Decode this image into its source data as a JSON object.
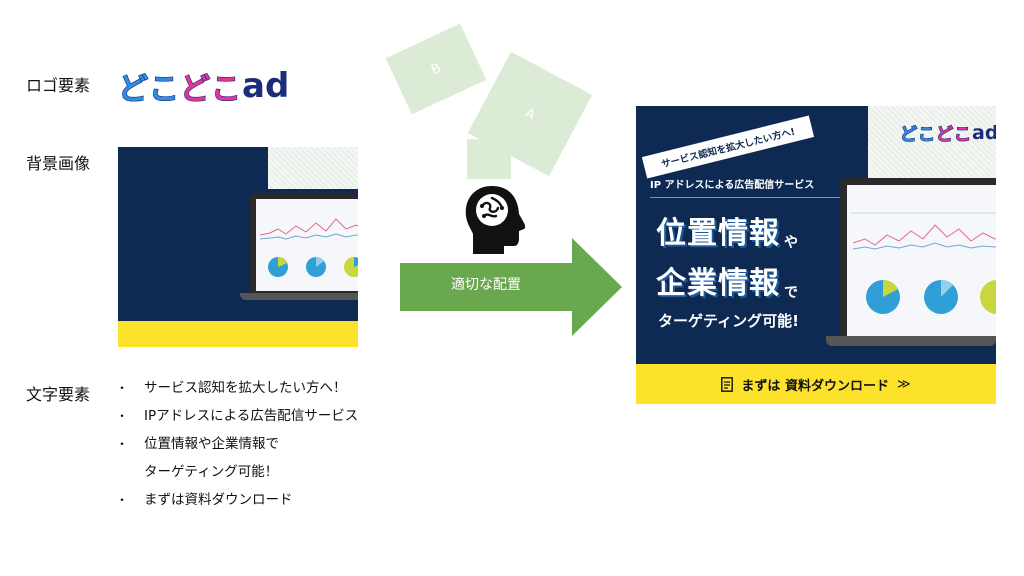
{
  "labels": {
    "logo": "ロゴ要素",
    "background": "背景画像",
    "text": "文字要素"
  },
  "logo": {
    "chars": [
      "ど",
      "こ",
      "ど",
      "こ"
    ],
    "suffix": "ad"
  },
  "text_elements": [
    "サービス認知を拡大したい方へ！",
    "IPアドレスによる広告配信サービス",
    "位置情報や企業情報で",
    "ターゲティング可能！",
    "まずは資料ダウンロード"
  ],
  "bullet_symbol": "・",
  "floating_cards": {
    "b": "B",
    "a": "A"
  },
  "arrow": {
    "label": "適切な配置"
  },
  "banner": {
    "ribbon": "サービス認知を拡大したい方へ!",
    "subtitle": "IP アドレスによる広告配信サービス",
    "line1": "位置情報",
    "particle1": "や",
    "line2": "企業情報",
    "particle2": "で",
    "line3": "ターゲティング可能!",
    "cta": "まずは 資料ダウンロード",
    "cta_arrow": "≫"
  },
  "colors": {
    "navy": "#0e2a52",
    "yellow": "#fde22b",
    "arrow_green": "#6aa84f",
    "card_green": "#dcebd5",
    "logo_blue": "#2f8de4",
    "logo_pink": "#e6339a"
  }
}
